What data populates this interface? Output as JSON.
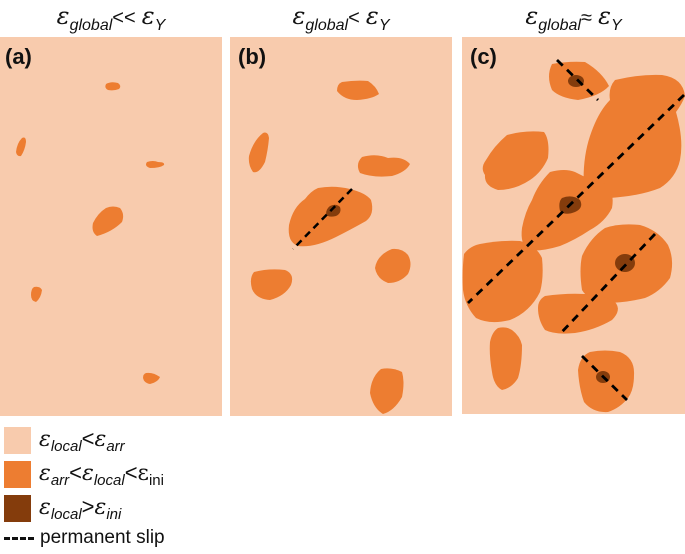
{
  "colors": {
    "background": "#F8CBAD",
    "grain": "#ED7D31",
    "initiation": "#843C0C",
    "slip": "#000000"
  },
  "panels": [
    {
      "label": "(a)",
      "title": {
        "symbol": "ε",
        "sub": "global",
        "op": "<<",
        "rhs_symbol": "ε",
        "rhs_sub": "Y"
      }
    },
    {
      "label": "(b)",
      "title": {
        "symbol": "ε",
        "sub": "global",
        "op": "<",
        "rhs_symbol": "ε",
        "rhs_sub": "Y"
      }
    },
    {
      "label": "(c)",
      "title": {
        "symbol": "ε",
        "sub": "global",
        "op": "≈",
        "rhs_symbol": "ε",
        "rhs_sub": "Y"
      }
    }
  ],
  "legend": {
    "items": [
      {
        "name": "light",
        "parts": [
          "ε",
          "local",
          "<",
          "ε",
          "arr"
        ]
      },
      {
        "name": "medium",
        "parts": [
          "ε",
          "arr",
          "<",
          "ε",
          "local",
          "<",
          "ε",
          "ini"
        ]
      },
      {
        "name": "dark",
        "parts": [
          "ε",
          "local",
          ">",
          "ε",
          "ini"
        ]
      }
    ],
    "slip_label": "permanent slip"
  }
}
